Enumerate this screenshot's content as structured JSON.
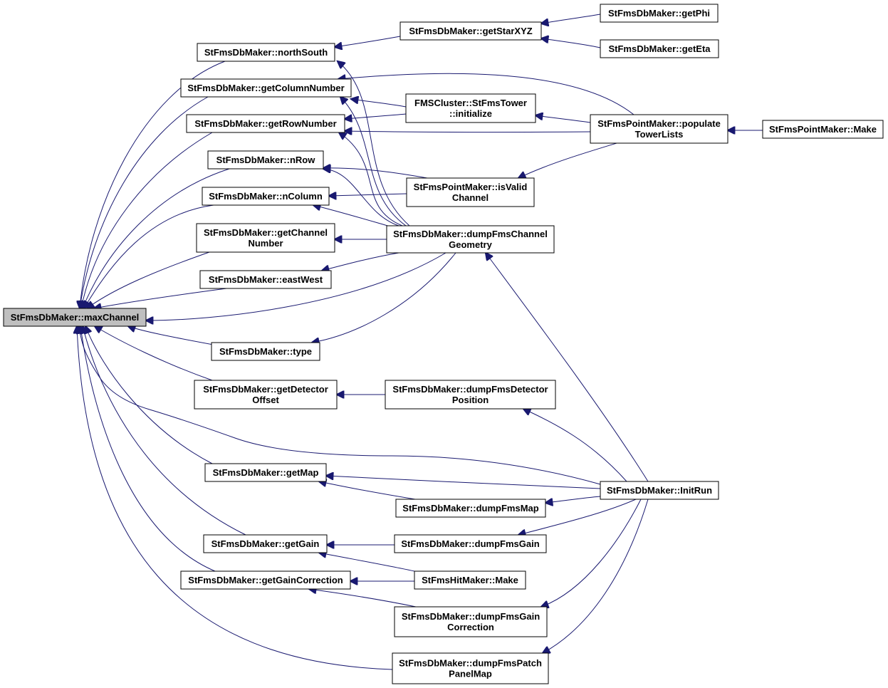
{
  "graph": {
    "focus_node": "StFmsDbMaker::maxChannel",
    "edge_color": "#191970",
    "focus_fill": "#bfbfbf",
    "nodes": [
      {
        "id": "maxChannel",
        "lines": [
          "StFmsDbMaker::maxChannel"
        ],
        "focus": true,
        "clickable": false
      },
      {
        "id": "northSouth",
        "lines": [
          "StFmsDbMaker::northSouth"
        ]
      },
      {
        "id": "getColumnNumber",
        "lines": [
          "StFmsDbMaker::getColumnNumber"
        ]
      },
      {
        "id": "getRowNumber",
        "lines": [
          "StFmsDbMaker::getRowNumber"
        ]
      },
      {
        "id": "nRow",
        "lines": [
          "StFmsDbMaker::nRow"
        ]
      },
      {
        "id": "nColumn",
        "lines": [
          "StFmsDbMaker::nColumn"
        ]
      },
      {
        "id": "getChannelNumber",
        "lines": [
          "StFmsDbMaker::getChannel",
          "Number"
        ]
      },
      {
        "id": "eastWest",
        "lines": [
          "StFmsDbMaker::eastWest"
        ]
      },
      {
        "id": "type",
        "lines": [
          "StFmsDbMaker::type"
        ]
      },
      {
        "id": "getDetectorOffset",
        "lines": [
          "StFmsDbMaker::getDetector",
          "Offset"
        ]
      },
      {
        "id": "getMap",
        "lines": [
          "StFmsDbMaker::getMap"
        ]
      },
      {
        "id": "getGain",
        "lines": [
          "StFmsDbMaker::getGain"
        ]
      },
      {
        "id": "getGainCorrection",
        "lines": [
          "StFmsDbMaker::getGainCorrection"
        ]
      },
      {
        "id": "getStarXYZ",
        "lines": [
          "StFmsDbMaker::getStarXYZ"
        ]
      },
      {
        "id": "fmsTowerInit",
        "lines": [
          "FMSCluster::StFmsTower",
          "::initialize"
        ]
      },
      {
        "id": "isValidChannel",
        "lines": [
          "StFmsPointMaker::isValid",
          "Channel"
        ]
      },
      {
        "id": "dumpFmsChannelGeometry",
        "lines": [
          "StFmsDbMaker::dumpFmsChannel",
          "Geometry"
        ]
      },
      {
        "id": "dumpFmsDetectorPosition",
        "lines": [
          "StFmsDbMaker::dumpFmsDetector",
          "Position"
        ]
      },
      {
        "id": "dumpFmsMap",
        "lines": [
          "StFmsDbMaker::dumpFmsMap"
        ]
      },
      {
        "id": "dumpFmsGain",
        "lines": [
          "StFmsDbMaker::dumpFmsGain"
        ]
      },
      {
        "id": "hitMakerMake",
        "lines": [
          "StFmsHitMaker::Make"
        ]
      },
      {
        "id": "dumpFmsGainCorrection",
        "lines": [
          "StFmsDbMaker::dumpFmsGain",
          "Correction"
        ]
      },
      {
        "id": "dumpFmsPatchPanelMap",
        "lines": [
          "StFmsDbMaker::dumpFmsPatch",
          "PanelMap"
        ]
      },
      {
        "id": "getPhi",
        "lines": [
          "StFmsDbMaker::getPhi"
        ]
      },
      {
        "id": "getEta",
        "lines": [
          "StFmsDbMaker::getEta"
        ]
      },
      {
        "id": "populateTowerLists",
        "lines": [
          "StFmsPointMaker::populate",
          "TowerLists"
        ]
      },
      {
        "id": "initRun",
        "lines": [
          "StFmsDbMaker::InitRun"
        ]
      },
      {
        "id": "pointMakerMake",
        "lines": [
          "StFmsPointMaker::Make"
        ]
      }
    ],
    "edges": [
      {
        "from": "northSouth",
        "to": "maxChannel"
      },
      {
        "from": "getColumnNumber",
        "to": "maxChannel"
      },
      {
        "from": "getRowNumber",
        "to": "maxChannel"
      },
      {
        "from": "nRow",
        "to": "maxChannel"
      },
      {
        "from": "nColumn",
        "to": "maxChannel"
      },
      {
        "from": "getChannelNumber",
        "to": "maxChannel"
      },
      {
        "from": "eastWest",
        "to": "maxChannel"
      },
      {
        "from": "dumpFmsChannelGeometry",
        "to": "maxChannel"
      },
      {
        "from": "type",
        "to": "maxChannel"
      },
      {
        "from": "getDetectorOffset",
        "to": "maxChannel"
      },
      {
        "from": "getMap",
        "to": "maxChannel"
      },
      {
        "from": "getGain",
        "to": "maxChannel"
      },
      {
        "from": "getGainCorrection",
        "to": "maxChannel"
      },
      {
        "from": "initRun",
        "to": "maxChannel"
      },
      {
        "from": "dumpFmsPatchPanelMap",
        "to": "maxChannel"
      },
      {
        "from": "getStarXYZ",
        "to": "northSouth"
      },
      {
        "from": "dumpFmsChannelGeometry",
        "to": "northSouth"
      },
      {
        "from": "getPhi",
        "to": "getStarXYZ"
      },
      {
        "from": "getEta",
        "to": "getStarXYZ"
      },
      {
        "from": "fmsTowerInit",
        "to": "getColumnNumber"
      },
      {
        "from": "populateTowerLists",
        "to": "getColumnNumber"
      },
      {
        "from": "dumpFmsChannelGeometry",
        "to": "getColumnNumber"
      },
      {
        "from": "fmsTowerInit",
        "to": "getRowNumber"
      },
      {
        "from": "populateTowerLists",
        "to": "getRowNumber"
      },
      {
        "from": "dumpFmsChannelGeometry",
        "to": "getRowNumber"
      },
      {
        "from": "isValidChannel",
        "to": "nRow"
      },
      {
        "from": "dumpFmsChannelGeometry",
        "to": "nRow"
      },
      {
        "from": "isValidChannel",
        "to": "nColumn"
      },
      {
        "from": "dumpFmsChannelGeometry",
        "to": "nColumn"
      },
      {
        "from": "dumpFmsChannelGeometry",
        "to": "getChannelNumber"
      },
      {
        "from": "dumpFmsChannelGeometry",
        "to": "eastWest"
      },
      {
        "from": "dumpFmsChannelGeometry",
        "to": "type"
      },
      {
        "from": "populateTowerLists",
        "to": "fmsTowerInit"
      },
      {
        "from": "populateTowerLists",
        "to": "isValidChannel"
      },
      {
        "from": "pointMakerMake",
        "to": "populateTowerLists"
      },
      {
        "from": "initRun",
        "to": "dumpFmsChannelGeometry"
      },
      {
        "from": "dumpFmsDetectorPosition",
        "to": "getDetectorOffset"
      },
      {
        "from": "initRun",
        "to": "dumpFmsDetectorPosition"
      },
      {
        "from": "initRun",
        "to": "getMap"
      },
      {
        "from": "dumpFmsMap",
        "to": "getMap"
      },
      {
        "from": "initRun",
        "to": "dumpFmsMap"
      },
      {
        "from": "dumpFmsGain",
        "to": "getGain"
      },
      {
        "from": "hitMakerMake",
        "to": "getGain"
      },
      {
        "from": "initRun",
        "to": "dumpFmsGain"
      },
      {
        "from": "hitMakerMake",
        "to": "getGainCorrection"
      },
      {
        "from": "dumpFmsGainCorrection",
        "to": "getGainCorrection"
      },
      {
        "from": "initRun",
        "to": "dumpFmsGainCorrection"
      },
      {
        "from": "initRun",
        "to": "dumpFmsPatchPanelMap"
      }
    ]
  }
}
